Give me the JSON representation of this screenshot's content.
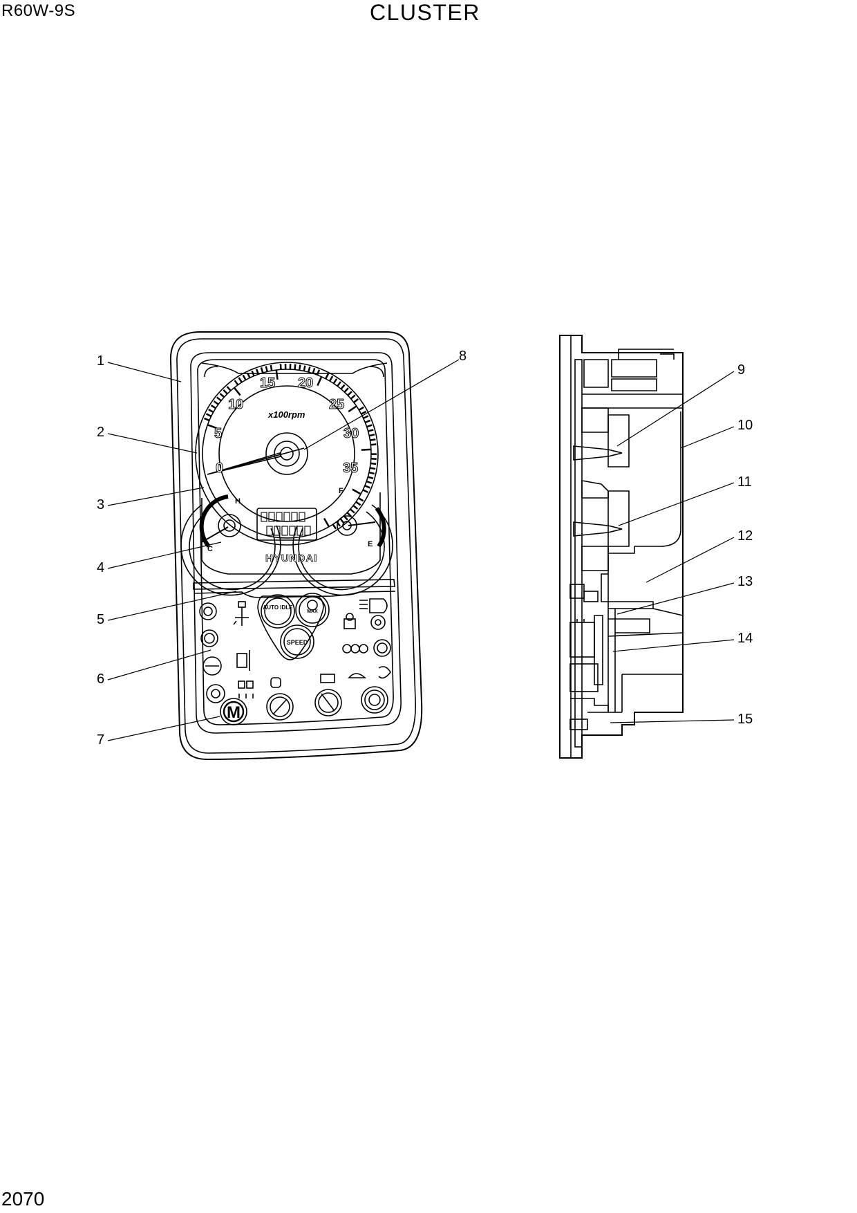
{
  "header": {
    "model": "R60W-9S",
    "title": "CLUSTER"
  },
  "footer": {
    "page_number": "2070"
  },
  "gauge": {
    "scale_labels": [
      "0",
      "5",
      "10",
      "15",
      "20",
      "25",
      "30",
      "35"
    ],
    "unit": "x100rpm",
    "brand": "HYUNDAI",
    "temp_high": "H",
    "temp_low": "C",
    "fuel_full": "F",
    "fuel_empty": "E"
  },
  "buttons": {
    "auto_idle": "AUTO IDLE",
    "max": "MAX",
    "speed": "SPEED",
    "mode": "M"
  },
  "callouts": [
    "1",
    "2",
    "3",
    "4",
    "5",
    "6",
    "7",
    "8",
    "9",
    "10",
    "11",
    "12",
    "13",
    "14",
    "15"
  ]
}
